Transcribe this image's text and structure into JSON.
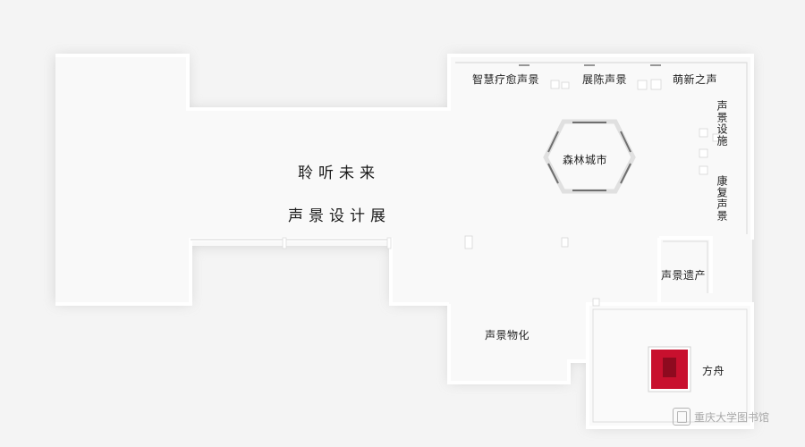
{
  "main_title": {
    "line1": "聆听未来",
    "line2": "声景设计展"
  },
  "zones": {
    "healing": "智慧疗愈声景",
    "exhibit": "展陈声景",
    "sprout": "萌新之声",
    "facilities": "声景设施",
    "rehab": "康复声景",
    "forest_city": "森林城市",
    "heritage": "声景遗产",
    "objects": "声景物化",
    "ark": "方舟"
  },
  "watermark": {
    "text": "重庆大学图书馆",
    "icon": "library-logo-icon"
  },
  "colors": {
    "wall": "#ffffff",
    "floor": "#f8f8f8",
    "ark_room": "#c8102e"
  }
}
